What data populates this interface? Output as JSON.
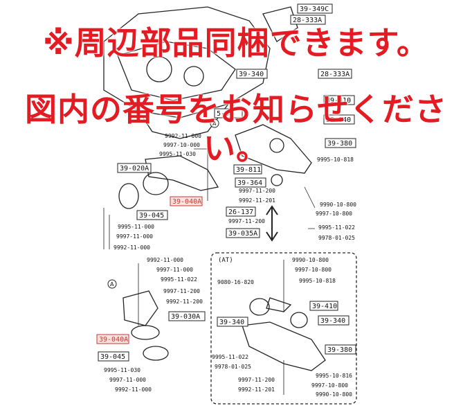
{
  "notice": {
    "line1": "※周辺部品同梱できます。",
    "line2": "図内の番号をお知らせください。"
  },
  "section": {
    "at_label": "(AT)",
    "ref_marker": "A"
  },
  "boxed_labels": [
    "39-349C",
    "28-333A",
    "39-340",
    "28-333A",
    "39-410",
    "39-040",
    "39-380",
    "39-811",
    "39-364",
    "39-020A",
    "39-040A",
    "39-045",
    "26-137",
    "39-035A",
    "39-030A",
    "39-040A",
    "39-045",
    "39-410",
    "39-340",
    "39-340",
    "39-380",
    "5-34"
  ],
  "part_numbers": [
    "9992-11-000",
    "9997-10-000",
    "9995-11-030",
    "9995-10-818",
    "9997-11-200",
    "9992-11-201",
    "9997-11-200",
    "9990-10-800",
    "9997-10-800",
    "9995-11-022",
    "9978-01-025",
    "9995-11-000",
    "9997-11-000",
    "9992-11-000",
    "9992-11-000",
    "9997-11-000",
    "9995-11-022",
    "9997-11-200",
    "9992-11-200",
    "9995-11-030",
    "9997-11-000",
    "9992-11-000",
    "9990-10-800",
    "9997-10-800",
    "9995-10-818",
    "9080-16-820",
    "9995-11-022",
    "9978-01-025",
    "9997-11-200",
    "9992-11-201",
    "9995-10-816",
    "9997-10-800",
    "9990-10-800"
  ]
}
